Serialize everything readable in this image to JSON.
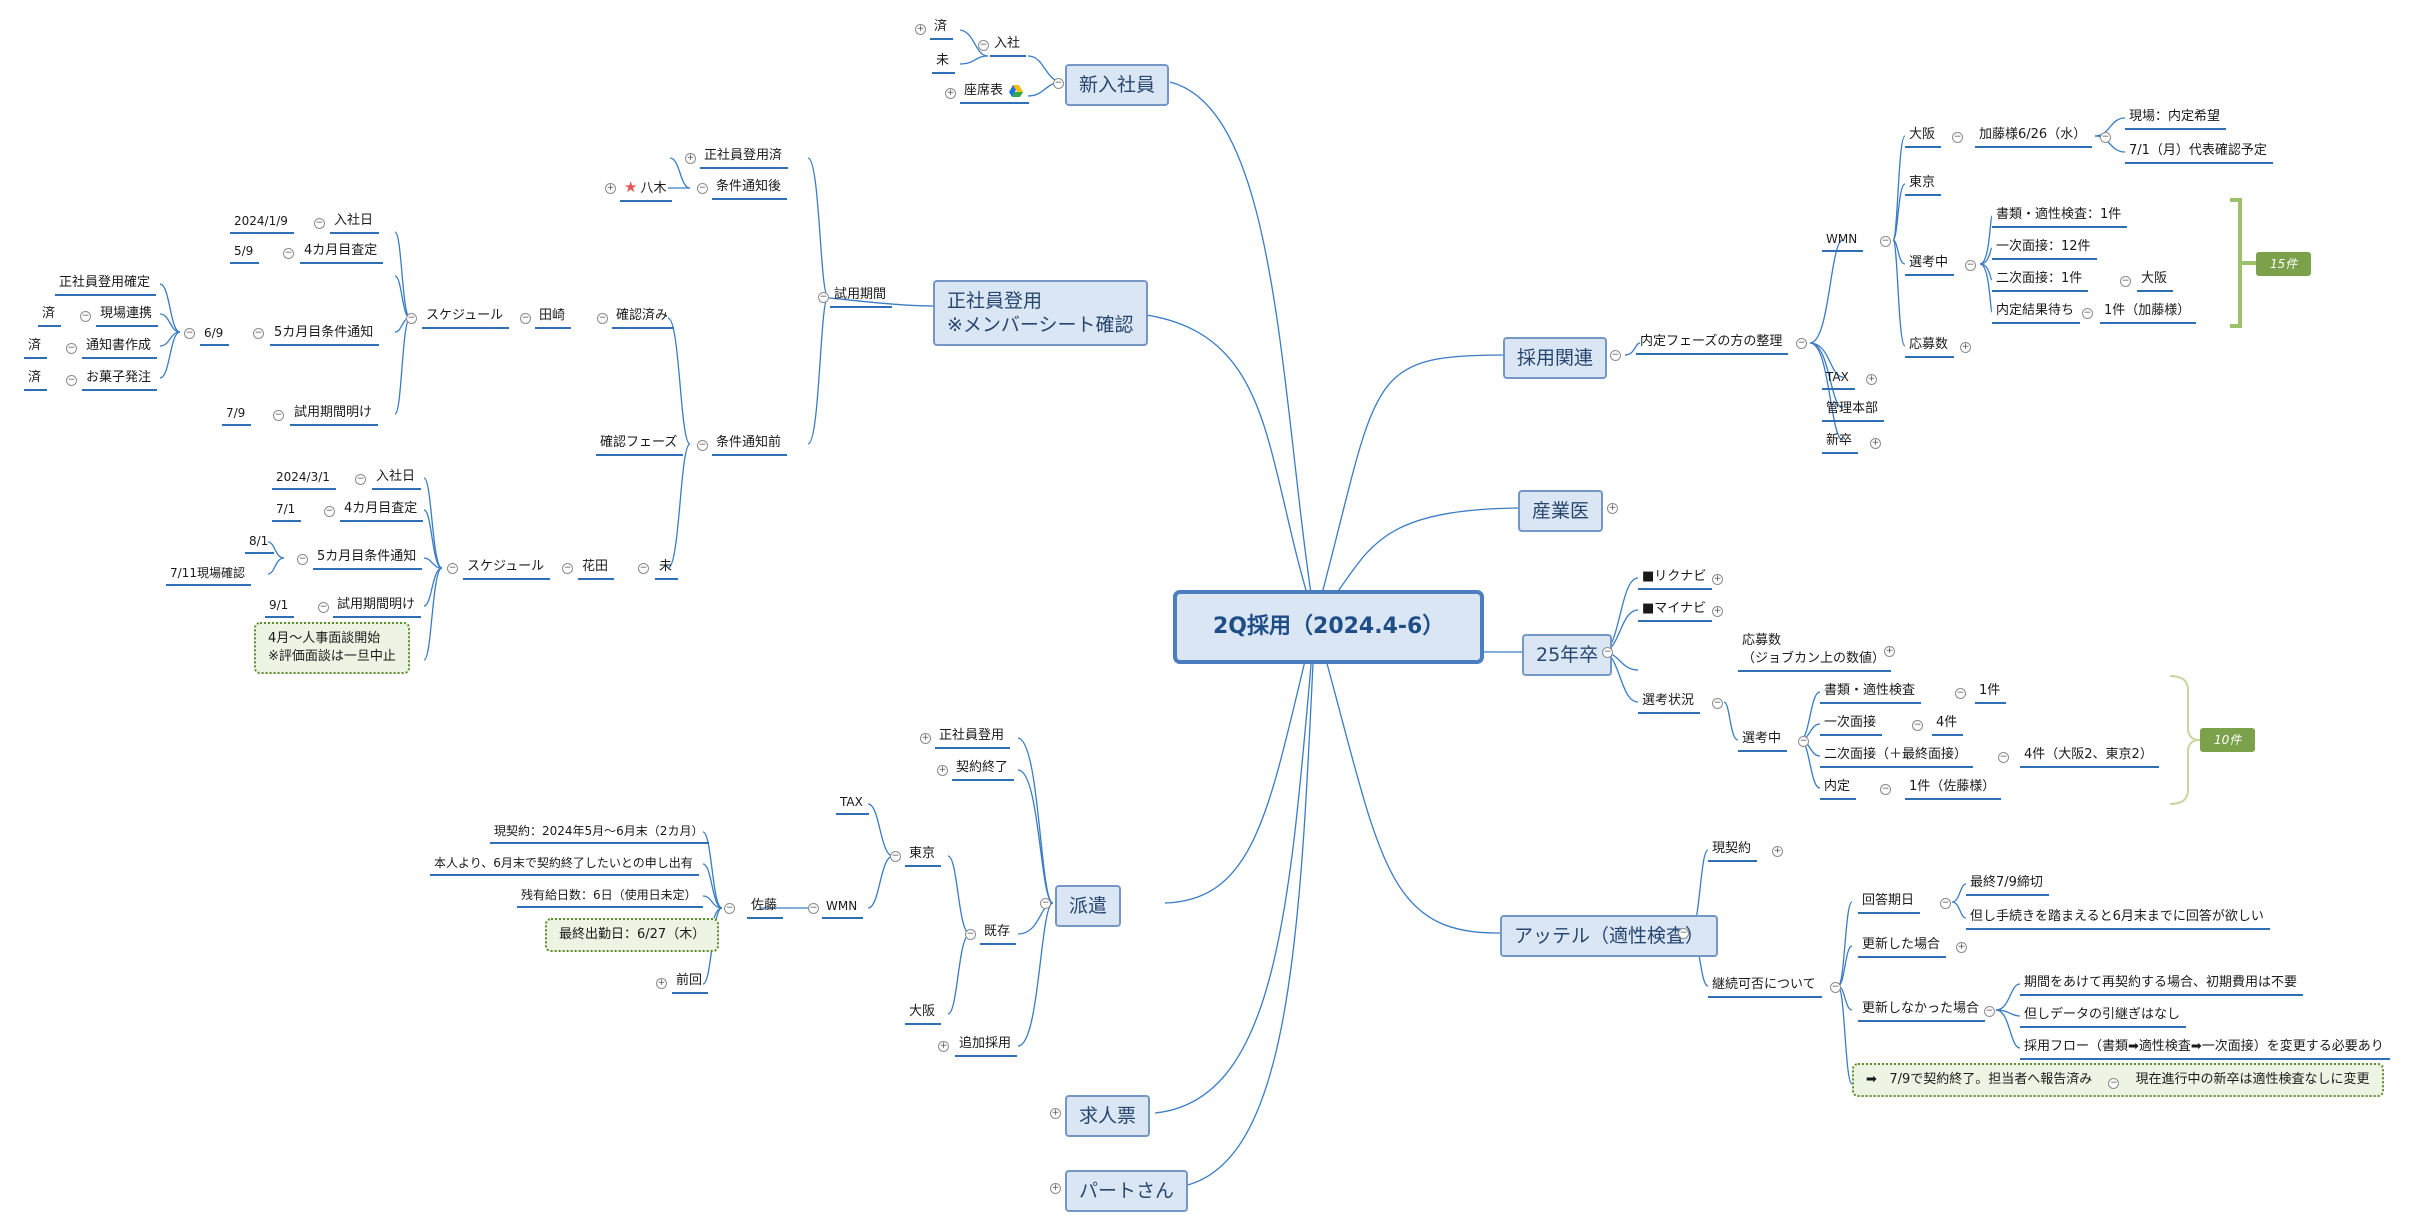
{
  "center": "2Q採用（2024.4-6）",
  "nodes": {
    "shinnyu": "新入社員",
    "nyusha": "入社",
    "zumi": "済",
    "mi": "未",
    "zaseki": "座席表",
    "seishain": "正社員登用\n※メンバーシート確認",
    "shiyo": "試用期間",
    "jokengo": "条件通知後",
    "seishain_zumi": "正社員登用済",
    "yagi": "八木",
    "joken_mae": "条件通知前",
    "kakunin_zumi": "確認済み",
    "tazaki": "田崎",
    "sched1": "スケジュール",
    "t_d1": "2024/1/9",
    "t_l1": "入社日",
    "t_d2": "5/9",
    "t_l2": "4カ月目査定",
    "t_d3": "6/9",
    "t_l3": "5カ月目条件通知",
    "t_c1": "正社員登用確定",
    "t_z1": "済",
    "t_c2": "現場連携",
    "t_z2": "済",
    "t_c3": "通知書作成",
    "t_z3": "済",
    "t_c4": "お菓子発注",
    "t_d4": "7/9",
    "t_l4": "試用期間明け",
    "kakunin_phase": "確認フェーズ",
    "mi2": "未",
    "hanada": "花田",
    "sched2": "スケジュール",
    "h_d1": "2024/3/1",
    "h_l1": "入社日",
    "h_d2": "7/1",
    "h_l2": "4カ月目査定",
    "h_d3": "8/1",
    "h_l3": "5カ月目条件通知",
    "h_c1": "7/11現場確認",
    "h_d4": "9/1",
    "h_l4": "試用期間明け",
    "h_note": "4月～人事面談開始\n※評価面談は一旦中止",
    "haken": "派遣",
    "haken_seishain": "正社員登用",
    "keiyaku_end": "契約終了",
    "kizon": "既存",
    "tokyo": "東京",
    "tax": "TAX",
    "wmn": "WMN",
    "sato": "佐藤",
    "s1": "現契約：2024年5月～6月末（2カ月）",
    "s2": "本人より、6月末で契約終了したいとの申し出有",
    "s3": "残有給日数：6日（使用日未定）",
    "s4": "最終出勤日：6/27（木）",
    "zenkai": "前回",
    "osaka": "大阪",
    "tsuika": "追加採用",
    "kyujin": "求人票",
    "part": "パートさん",
    "saiyo": "採用関連",
    "naitei_seiri": "内定フェーズの方の整理",
    "r_wmn": "WMN",
    "r_osaka": "大阪",
    "kato": "加藤様6/26（水）",
    "genba_kibo": "現場：内定希望",
    "daihyo": "7/1（月）代表確認予定",
    "r_tokyo": "東京",
    "senko": "選考中",
    "sho1": "書類・適性検査：1件",
    "men1": "一次面接：12件",
    "men2": "二次面接：1件",
    "r_osaka2": "大阪",
    "naitei_wait": "内定結果待ち",
    "kato_1": "1件（加藤様）",
    "ouboshu": "応募数",
    "r_tax": "TAX",
    "kanri": "管理本部",
    "shinsotsu": "新卒",
    "tag15": "15件",
    "sangyoi": "産業医",
    "sotsu25": "25年卒",
    "rikunabi": "■リクナビ",
    "mynavi": "■マイナビ",
    "boshu": "応募数\n（ジョブカン上の数値）",
    "senko_jokyo": "選考状況",
    "senko2": "選考中",
    "b_sho": "書類・適性検査",
    "b_sho_v": "1件",
    "b_m1": "一次面接",
    "b_m1_v": "4件",
    "b_m2": "二次面接（＋最終面接）",
    "b_m2_v": "4件（大阪2、東京2）",
    "b_nai": "内定",
    "b_nai_v": "1件（佐藤様）",
    "tag10": "10件",
    "attel": "アッテル（適性検査）",
    "genkeiyaku": "現契約",
    "keizoku": "継続可否について",
    "kaito": "回答期日",
    "k_a": "最終7/9締切",
    "k_b": "但し手続きを踏まえると6月末までに回答が欲しい",
    "koshin": "更新した場合",
    "fukoshin": "更新しなかった場合",
    "f1": "期間をあけて再契約する場合、初期費用は不要",
    "f2": "但しデータの引継ぎはなし",
    "f3": "採用フロー（書類➡適性検査➡一次面接）を変更する必要あり",
    "final_a": "7/9で契約終了。担当者へ報告済み",
    "final_b": "現在進行中の新卒は適性検査なしに変更",
    "arrow": "➡"
  },
  "colors": {
    "line": "#2f6fb5",
    "box_fill": "#dbe6f4",
    "box_border": "#7597c6",
    "tag": "#7ba24a",
    "bracket_green": "#9dc16a",
    "bracket_tan": "#c8d6a2"
  }
}
